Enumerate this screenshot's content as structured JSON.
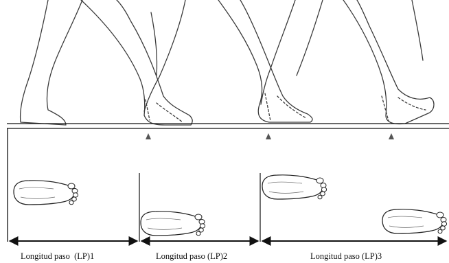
{
  "diagram": {
    "labels": {
      "step1": "Longitud paso  (LP)1",
      "step2": "Longitud paso (LP)2",
      "step3": "Longitud paso (LP)3"
    },
    "icons": {
      "heel_marker": "triangle-up",
      "footprint": "foot-sole",
      "dimension_arrow": "double-headed-arrow"
    },
    "colors": {
      "line": "#111111",
      "background": "#ffffff",
      "marker": "#555555"
    }
  }
}
